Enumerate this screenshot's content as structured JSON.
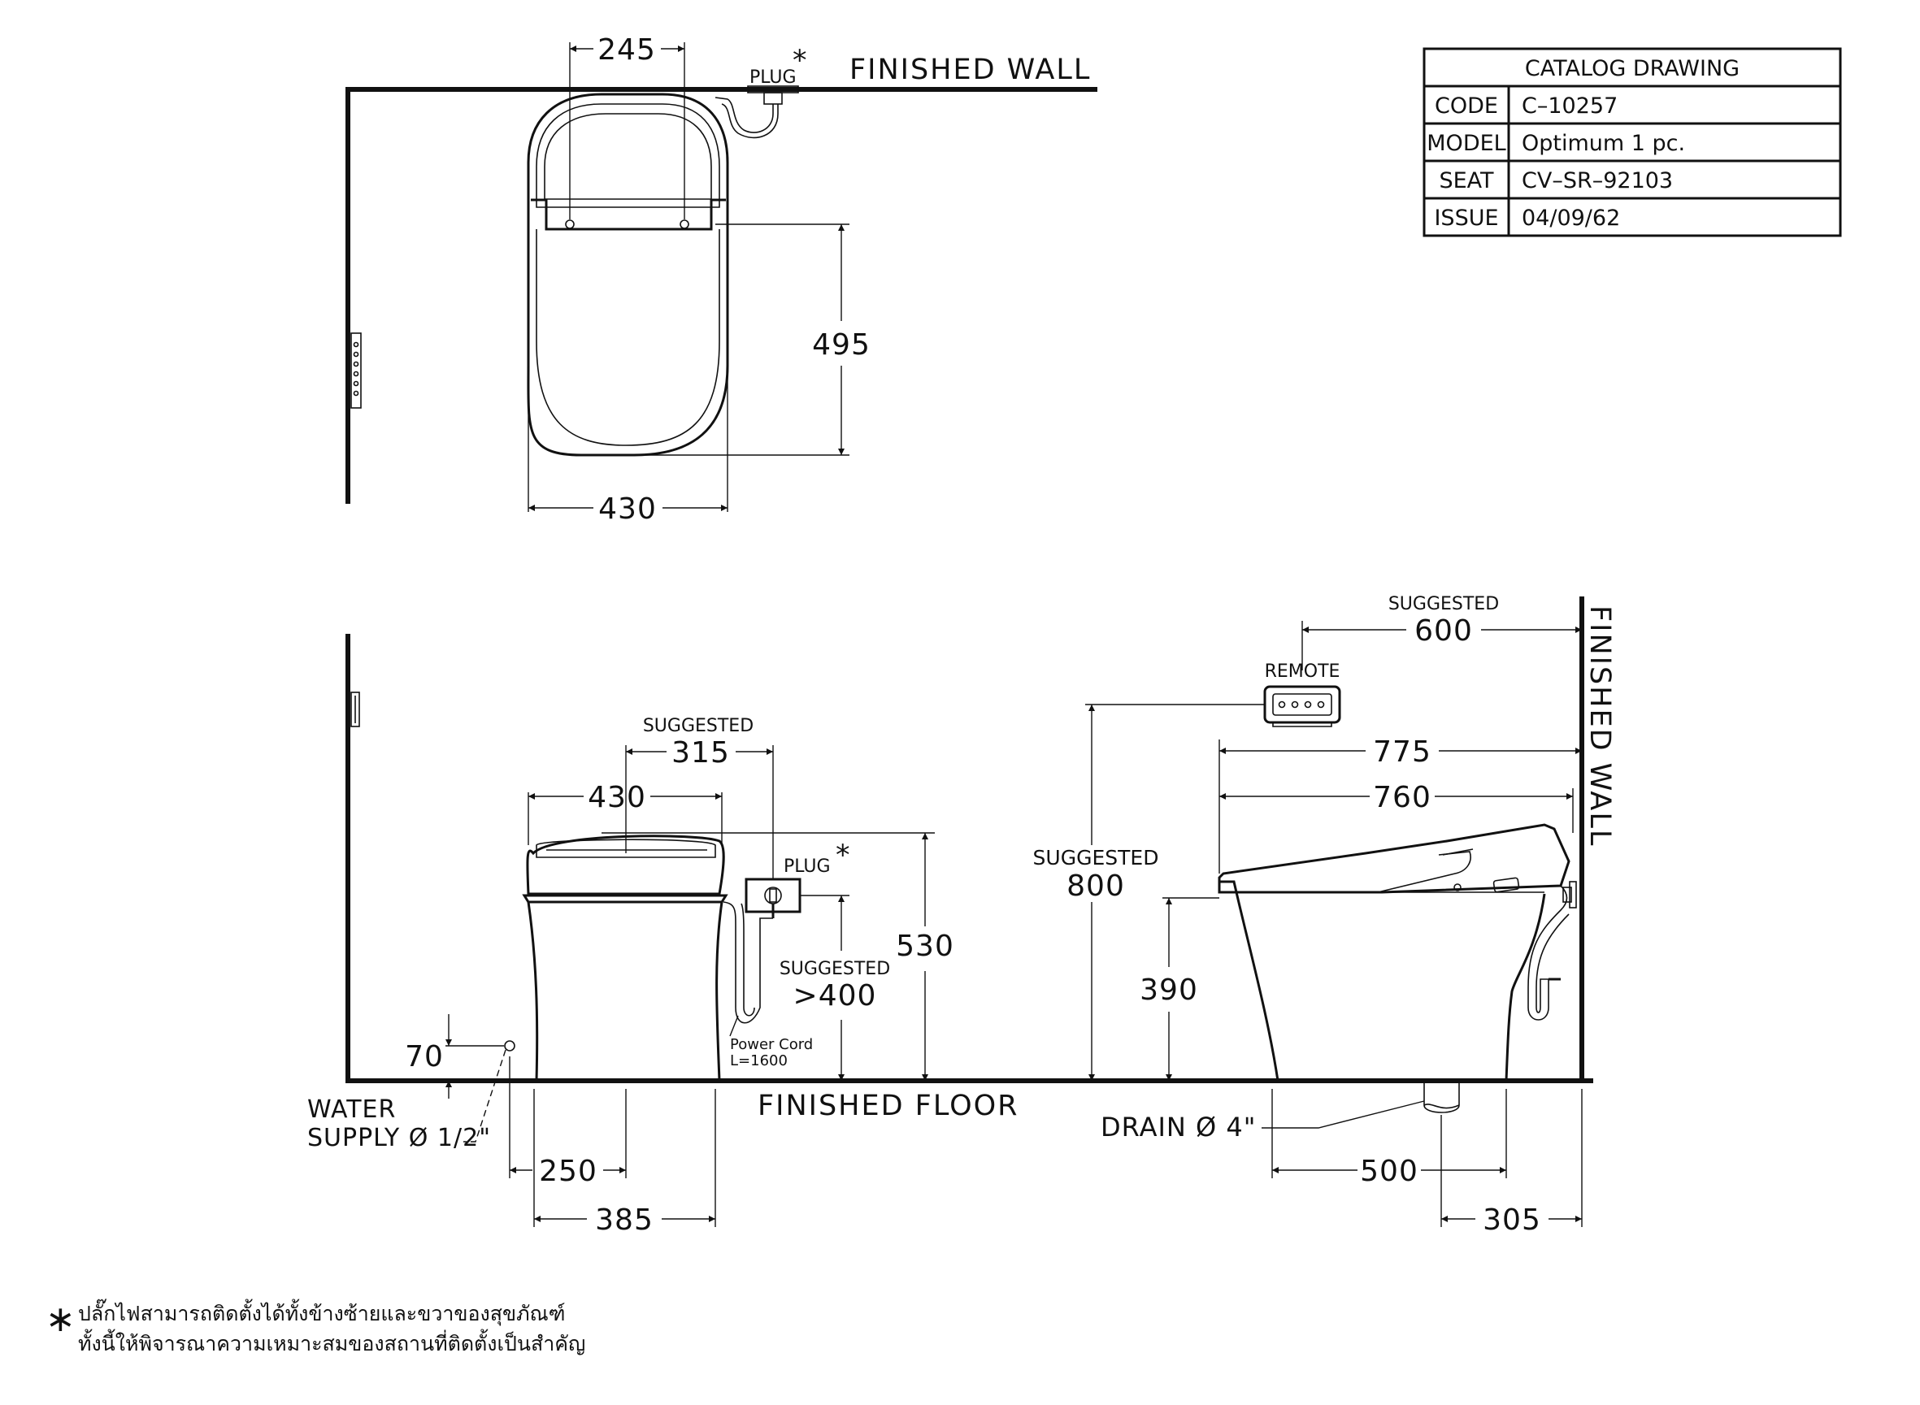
{
  "catalog": {
    "title": "CATALOG  DRAWING",
    "rows": [
      {
        "key": "CODE",
        "value": "C–10257"
      },
      {
        "key": "MODEL",
        "value": "Optimum  1  pc."
      },
      {
        "key": "SEAT",
        "value": "CV–SR–92103"
      },
      {
        "key": "ISSUE",
        "value": "04/09/62"
      }
    ]
  },
  "top_view": {
    "dim_245": "245",
    "dim_495": "495",
    "dim_430": "430",
    "plug": "PLUG",
    "plug_mark": "*",
    "finished_wall": "FINISHED  WALL"
  },
  "front_view": {
    "suggested_315": "SUGGESTED",
    "dim_315": "315",
    "dim_430": "430",
    "plug": "PLUG",
    "plug_mark": "*",
    "suggested_400": "SUGGESTED",
    "dim_400": ">400",
    "dim_530": "530",
    "power_cord": "Power  Cord",
    "power_len": "L=1600",
    "dim_70": "70",
    "water_1": "WATER",
    "water_2": "SUPPLY Ø 1/2\"",
    "finished_floor": "FINISHED  FLOOR",
    "dim_250": "250",
    "dim_385": "385"
  },
  "side_view": {
    "suggested_600": "SUGGESTED",
    "dim_600": "600",
    "remote": "REMOTE",
    "dim_775": "775",
    "dim_760": "760",
    "suggested_800": "SUGGESTED",
    "dim_800": "800",
    "dim_390": "390",
    "drain": "DRAIN Ø 4\"",
    "dim_500": "500",
    "dim_305": "305",
    "finished_wall": "FINISHED  WALL"
  },
  "footnote": {
    "mark": "∗",
    "line1": "ปลั๊กไฟสามารถติดตั้งได้ทั้งข้างซ้ายและขวาของสุขภัณฑ์",
    "line2": "ทั้งนี้ให้พิจารณาความเหมาะสมของสถานที่ติดตั้งเป็นสำคัญ"
  }
}
